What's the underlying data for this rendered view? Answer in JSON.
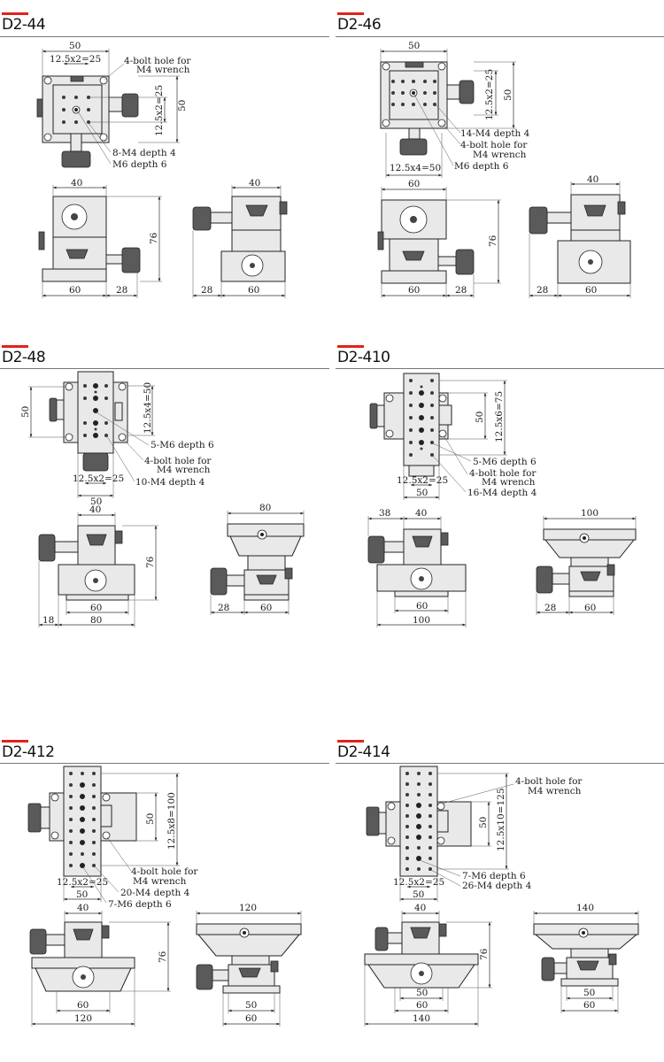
{
  "sections": [
    {
      "id": "d2-44",
      "title": "D2-44",
      "top_labels": {
        "width": "50",
        "pitch_x": "12.5x2=25",
        "height": "50",
        "pitch_y": "12.5x2=25"
      },
      "callouts": [
        "4-bolt hole for",
        "M4 wrench",
        "8-M4 depth 4",
        "M6 depth 6"
      ],
      "front_labels": {
        "top": "40",
        "height": "76",
        "base": "60",
        "side": "28"
      },
      "side_labels": {
        "top": "40",
        "base": "60",
        "side": "28"
      }
    },
    {
      "id": "d2-46",
      "title": "D2-46",
      "top_labels": {
        "width": "50",
        "pitch_x": "12.5x4=50",
        "height": "50",
        "pitch_y": "12.5x2=25"
      },
      "callouts": [
        "14-M4 depth 4",
        "4-bolt hole for",
        "M4 wrench",
        "M6 depth 6"
      ],
      "front_labels": {
        "top": "60",
        "height": "76",
        "base": "60",
        "side": "28"
      },
      "side_labels": {
        "top": "40",
        "base": "60",
        "side": "28"
      }
    },
    {
      "id": "d2-48",
      "title": "D2-48",
      "top_labels": {
        "width": "50",
        "pitch_x": "12.5x2=25",
        "height": "50",
        "pitch_y": "12.5x4=50"
      },
      "callouts": [
        "5-M6 depth 6",
        "4-bolt hole for",
        "M4 wrench",
        "10-M4 depth 4"
      ],
      "front_labels": {
        "top": "40",
        "height": "76",
        "base": "60",
        "base2": "80",
        "side": "18"
      },
      "side_labels": {
        "top": "80",
        "base": "60",
        "side": "28"
      }
    },
    {
      "id": "d2-410",
      "title": "D2-410",
      "top_labels": {
        "width": "50",
        "pitch_x": "12.5x2=25",
        "height": "50",
        "pitch_y": "12.5x6=75"
      },
      "callouts": [
        "5-M6 depth 6",
        "4-bolt hole for",
        "M4 wrench",
        "16-M4 depth 4"
      ],
      "front_labels": {
        "top": "40",
        "side_top": "38",
        "base": "60",
        "base2": "100"
      },
      "side_labels": {
        "top": "100",
        "base": "60",
        "side": "28"
      }
    },
    {
      "id": "d2-412",
      "title": "D2-412",
      "top_labels": {
        "width": "50",
        "pitch_x": "12.5x2=25",
        "height": "50",
        "pitch_y": "12.5x8=100"
      },
      "callouts": [
        "4-bolt hole for",
        "M4 wrench",
        "20-M4 depth 4",
        "7-M6 depth 6"
      ],
      "front_labels": {
        "top": "40",
        "height": "76",
        "base": "60",
        "base2": "120"
      },
      "side_labels": {
        "top": "120",
        "base": "50",
        "base2": "60"
      }
    },
    {
      "id": "d2-414",
      "title": "D2-414",
      "top_labels": {
        "width": "50",
        "pitch_x": "12.5x2=25",
        "height": "50",
        "pitch_y": "12.5x10=125"
      },
      "callouts": [
        "4-bolt hole for",
        "M4 wrench",
        "7-M6 depth 6",
        "26-M4 depth 4"
      ],
      "front_labels": {
        "top": "40",
        "height": "76",
        "base": "50",
        "base2": "60",
        "base3": "140"
      },
      "side_labels": {
        "top": "140",
        "base": "50",
        "base2": "60"
      }
    }
  ],
  "colors": {
    "accent": "#e2231a",
    "line": "#222222"
  }
}
